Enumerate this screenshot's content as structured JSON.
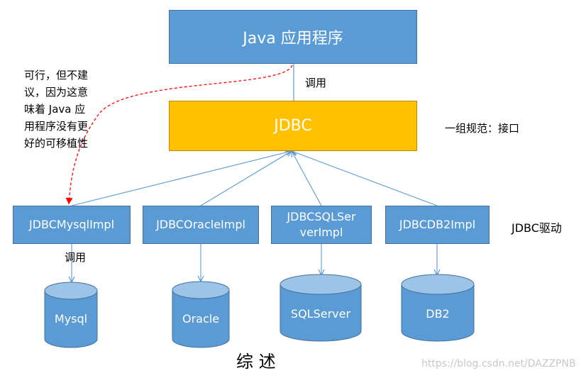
{
  "app_box": {
    "label": "Java 应用程序"
  },
  "call_label_top": "调用",
  "jdbc_box": {
    "label": "JDBC"
  },
  "spec_label": "一组规范：接口",
  "note": {
    "lines": [
      "可行，但不建",
      "议，因为这意",
      "味着 Java 应",
      "用程序没有更",
      "好的可移植性"
    ]
  },
  "impls": [
    {
      "line1": "JDBCMysqlImpl",
      "line2": ""
    },
    {
      "line1": "JDBCOracleImpl",
      "line2": ""
    },
    {
      "line1": "JDBCSQLSer",
      "line2": "verImpl"
    },
    {
      "line1": "JDBCDB2Impl",
      "line2": ""
    }
  ],
  "driver_label": "JDBC驱动",
  "call_label_bottom": "调用",
  "databases": [
    "Mysql",
    "Oracle",
    "SQLServer",
    "DB2"
  ],
  "caption": "综 述",
  "watermark": "https://blog.csdn.net/DAZZPNB",
  "colors": {
    "blue": "#5B9BD5",
    "blue_border": "#41719C",
    "yellow": "#FFC000",
    "dashed_red": "#FF0000"
  }
}
